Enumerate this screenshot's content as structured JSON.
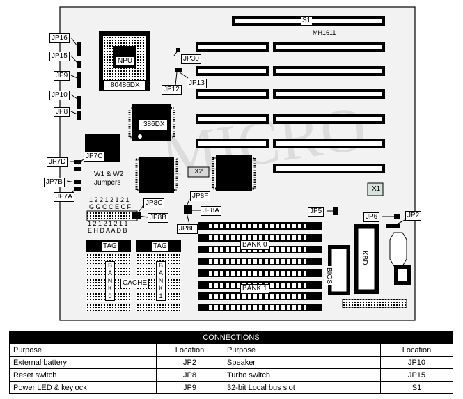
{
  "board": {
    "model": "MH1611",
    "slot_labels": {
      "s1": "S1",
      "bank0": "BANK 0",
      "bank1": "BANK 1",
      "cache": "CACHE"
    },
    "chips": {
      "npu": "NPU",
      "npu_part": "80486DX",
      "cpu": "386DX",
      "x2": "X2",
      "x1": "X1",
      "bios": "BIOS",
      "kbd": "KBD",
      "tag": "TAG"
    },
    "bank_vertical_left": [
      "B",
      "A",
      "N",
      "K",
      "0"
    ],
    "bank_vertical_right": [
      "B",
      "A",
      "N",
      "K",
      "1"
    ],
    "jumpers": {
      "jp16": "JP16",
      "jp15": "JP15",
      "jp9": "JP9",
      "jp10": "JP10",
      "jp8": "JP8",
      "jp30": "JP30",
      "jp12": "JP12",
      "jp13": "JP13",
      "jp7c": "JP7C",
      "jp7d": "JP7D",
      "jp7b": "JP7B",
      "jp7a": "JP7A",
      "jp8c": "JP8C",
      "jp8b": "JP8B",
      "jp8f": "JP8F",
      "jp8a": "JP8A",
      "jp8e": "JP8E",
      "jp5": "JP5",
      "jp6": "JP6",
      "jp2": "JP2"
    },
    "w_jumpers": {
      "title_line1": "W1 & W2",
      "title_line2": "Jumpers",
      "top_digits": "1 2 2 1 2 1 2 1",
      "top_letters": "G G C C E C F",
      "bottom_digits": "1 2 1 2 1 2 1 1",
      "bottom_letters": "E H D A A D B"
    }
  },
  "connections": {
    "title": "CONNECTIONS",
    "headers": [
      "Purpose",
      "Location",
      "Purpose",
      "Location"
    ],
    "rows": [
      [
        "External battery",
        "JP2",
        "Speaker",
        "JP10"
      ],
      [
        "Reset switch",
        "JP8",
        "Turbo switch",
        "JP15"
      ],
      [
        "Power LED & keylock",
        "JP9",
        "32-bit Local bus slot",
        "S1"
      ]
    ]
  }
}
